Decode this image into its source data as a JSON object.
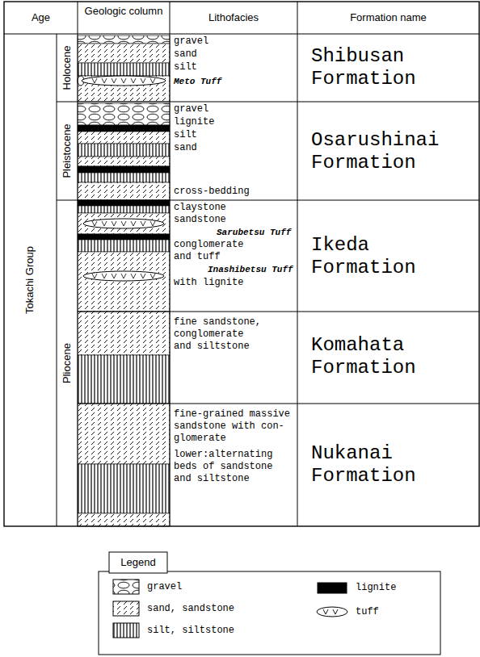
{
  "diagram": {
    "labels": [
      "Age",
      "Geologic column",
      "Lithofacies",
      "Formation name",
      "Tokachi Group",
      "Holocene",
      "Pleistocene",
      "Pliocene",
      "gravel",
      "sand",
      "silt",
      "Meto Tuff",
      "gravel",
      "lignite",
      "silt",
      "sand",
      "cross-bedding",
      "claystone",
      "sandstone",
      "Sarubetsu Tuff",
      "conglomerate and tuff",
      "Inashibetsu Tuff",
      "with lignite",
      "fine sandstone, conglomerate and siltstone",
      "fine-grained massive sandstone with con- glomerate",
      "lower:alternating beds of sandstone and siltstone",
      "Shibusan Formation",
      "Osarushinai Formation",
      "Ikeda Formation",
      "Komahata Formation",
      "Nukanai Formation",
      "Legend"
    ],
    "legend": [
      {
        "text": "gravel"
      },
      {
        "text": "sand, sandstone"
      },
      {
        "text": "silt, siltstone"
      },
      {
        "text": "lignite"
      },
      {
        "text": "tuff"
      }
    ]
  }
}
